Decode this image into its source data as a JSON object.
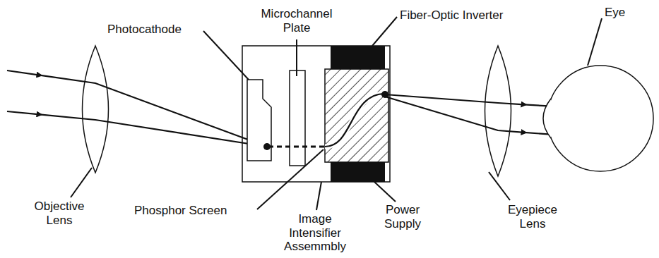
{
  "diagram": {
    "labels": [
      "Photocathode",
      "Microchannel Plate",
      "Fiber-Optic Inverter",
      "Eye",
      "Objective Lens",
      "Phosphor Screen",
      "Image Intensifier Assemmbly",
      "Power Supply",
      "Eyepiece Lens"
    ]
  }
}
